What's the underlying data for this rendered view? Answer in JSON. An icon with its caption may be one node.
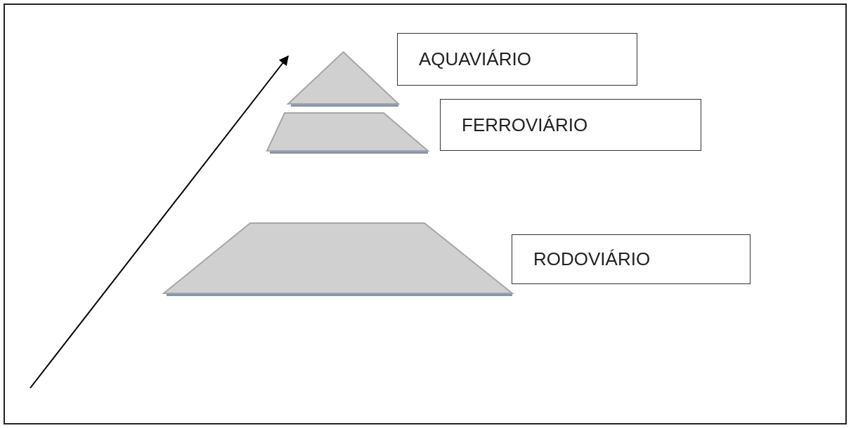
{
  "diagram": {
    "nodes": [
      {
        "text": [],
        "shape": "triangle"
      },
      {
        "text": [
          "AQUAVIÁRIO"
        ]
      },
      {
        "text": [],
        "shape": "trapezoid"
      },
      {
        "text": [
          "FERROVIÁRIO"
        ]
      },
      {
        "text": [],
        "shape": "trapezoid"
      },
      {
        "text": [
          "RODOVIÁRIO"
        ]
      }
    ]
  }
}
